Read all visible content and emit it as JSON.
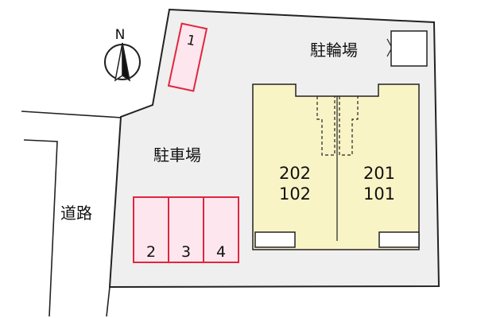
{
  "compass": {
    "north_letter": "N",
    "icon": "north-arrow-icon"
  },
  "labels": {
    "bicycle_parking": "駐輪場",
    "car_parking": "駐車場",
    "road": "道路"
  },
  "parking_spaces": [
    "1",
    "2",
    "3",
    "4"
  ],
  "building": {
    "left_units": [
      "202",
      "102"
    ],
    "right_units": [
      "201",
      "101"
    ]
  },
  "colors": {
    "site_fill": "#efefef",
    "parking_fill": "#fde6ee",
    "parking_stroke": "#e0263f",
    "building_fill": "#f9f4c6",
    "outline": "#222222"
  }
}
